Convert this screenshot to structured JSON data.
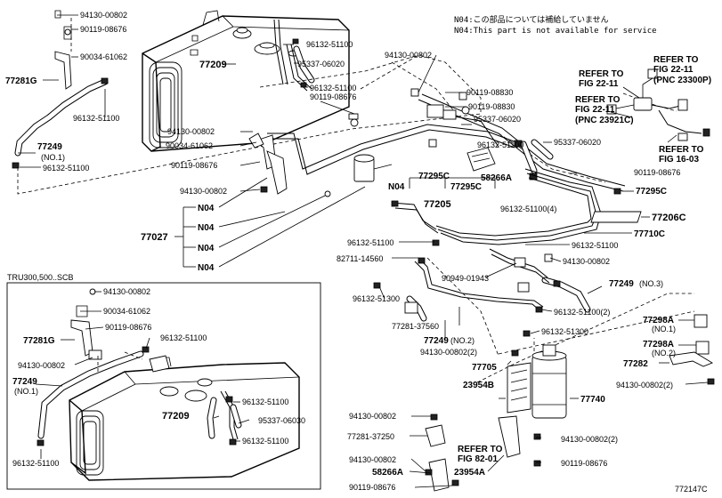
{
  "notes": {
    "jp": "N04:この部品については補給していません",
    "en": "N04:This part is not available for service"
  },
  "inset_title": "TRU300,500..SCB",
  "figure_id": "772147C",
  "labels": {
    "a1": "94130-00802",
    "a2": "90119-08676",
    "a3": "90034-61062",
    "a4": "77281G",
    "a5": "96132-51100",
    "a6": "77249",
    "a6n": "(NO.1)",
    "a7": "96132-51100",
    "a8": "77209",
    "a9": "96132-51100",
    "a10": "95337-06020",
    "a11": "96132-51100",
    "b1": "94130-00802",
    "b2": "90119-08676",
    "b3": "94130-00802",
    "b4": "90034-61062",
    "b5": "90119-08676",
    "b6": "94130-00802",
    "b7": "77027",
    "b8": "N04",
    "b9": "N04",
    "b10": "N04",
    "b11": "N04",
    "c1": "94130-00802",
    "c2": "90119-08830",
    "c3": "90119-08830",
    "c4": "95337-06020",
    "c5": "96132-51100",
    "c6": "95337-06020",
    "c7": "77295C",
    "c8": "77295C",
    "c9": "N04",
    "c10": "58266A",
    "c11": "77205",
    "c12": "96132-51100(4)",
    "d1": "REFER TO",
    "d2": "FIG 22-11",
    "d3": "REFER TO",
    "d4": "FIG 22-11",
    "d5": "(PNC 23300P)",
    "d6": "REFER TO",
    "d7": "FIG 22-11",
    "d8": "(PNC 23921C)",
    "d9": "REFER TO",
    "d10": "FIG 16-03",
    "d11": "90119-08676",
    "e1": "77295C",
    "e2": "77206C",
    "e3": "77710C",
    "e4": "96132-51100",
    "e5": "96132-51100",
    "e6": "82711-14560",
    "e7": "90949-01943",
    "e8": "94130-00802",
    "e9": "96132-51300",
    "e10": "77249",
    "e10n": "(NO.3)",
    "e11": "96132-51100(2)",
    "e12": "77281-37560",
    "e13": "96132-51300",
    "e14": "77249",
    "e14n": "(NO.2)",
    "e15": "94130-00802(2)",
    "f1": "77298A",
    "f1n": "(NO.1)",
    "f2": "77298A",
    "f2n": "(NO.2)",
    "f3": "77282",
    "f4": "94130-00802(2)",
    "f5": "77705",
    "f6": "23954B",
    "f7": "77740",
    "f8": "94130-00802",
    "f9": "77281-37250",
    "f10": "REFER TO",
    "f11": "FIG 82-01",
    "f12": "94130-00802(2)",
    "f13": "23954A",
    "f14": "94130-00802",
    "f15": "58266A",
    "f16": "90119-08676",
    "f17": "90119-08676",
    "g1": "94130-00802",
    "g2": "90034-61062",
    "g3": "90119-08676",
    "g4": "77281G",
    "g5": "96132-51100",
    "g6": "94130-00802",
    "g7": "77249",
    "g7n": "(NO.1)",
    "g8": "96132-51100",
    "g9": "77209",
    "g10": "95337-06030",
    "g11": "96132-51100",
    "g12": "96132-51100"
  }
}
